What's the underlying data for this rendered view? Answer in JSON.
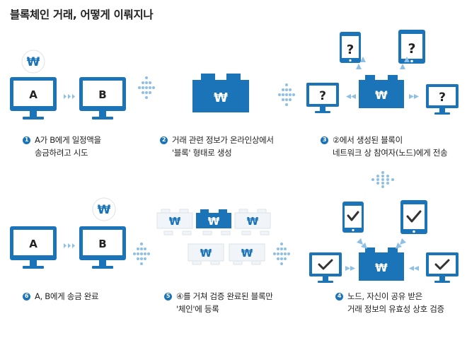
{
  "title": "블록체인 거래, 어떻게 이뤄지나",
  "symbols": {
    "won": "₩",
    "question": "?",
    "monitor_a": "A",
    "monitor_b": "B"
  },
  "colors": {
    "blue": "#1c74b8",
    "light_blue": "#8ec0e6",
    "white": "#ffffff"
  },
  "steps": [
    {
      "num": "1",
      "lines": [
        "A가 B에게 일정액을",
        "송금하려고 시도"
      ]
    },
    {
      "num": "2",
      "lines": [
        "거래 관련 정보가 온라인상에서",
        "'블록' 형태로 생성"
      ]
    },
    {
      "num": "3",
      "lines": [
        "②에서 생성된 블록이",
        "네트워크 상 참여자(노드)에게 전송"
      ]
    },
    {
      "num": "4",
      "lines": [
        "노드, 자신이 공유 받은",
        "거래 정보의 유효성 상호 검증"
      ]
    },
    {
      "num": "5",
      "lines": [
        "④를 거쳐 검증 완료된 블록만",
        "'체인'에 등록"
      ]
    },
    {
      "num": "6",
      "lines": [
        "A, B에게 송금 완료"
      ]
    }
  ]
}
